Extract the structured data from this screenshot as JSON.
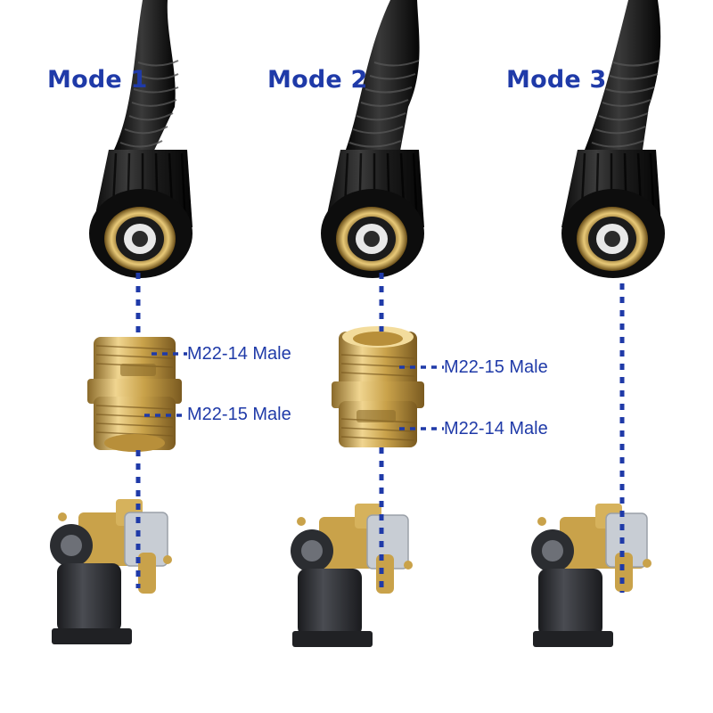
{
  "colors": {
    "accent": "#1f3aa8",
    "hose": "#151515",
    "brass": "#c9a24a",
    "pump_body": "#2b2d31"
  },
  "modes": [
    {
      "title": "Mode 1",
      "adapter": {
        "top_label": "M22-14 Male",
        "bottom_label": "M22-15 Male"
      }
    },
    {
      "title": "Mode 2",
      "adapter": {
        "top_label": "M22-15 Male",
        "bottom_label": "M22-14 Male"
      }
    },
    {
      "title": "Mode 3",
      "adapter": null
    }
  ]
}
